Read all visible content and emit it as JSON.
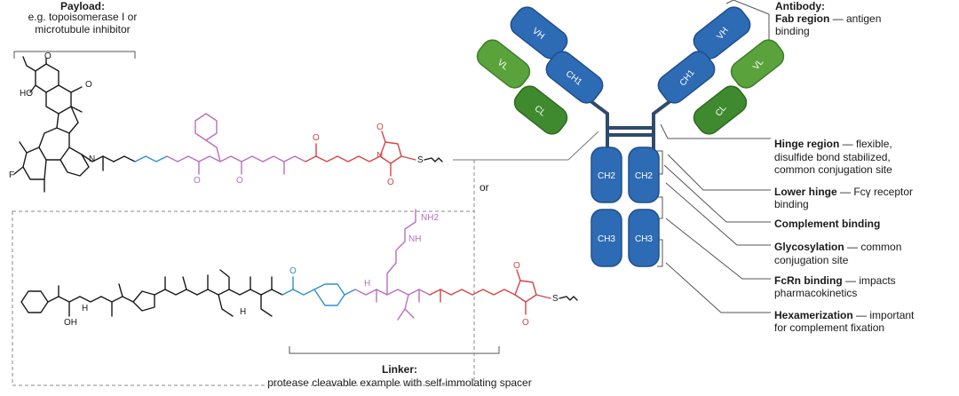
{
  "payload": {
    "title": "Payload:",
    "desc_line1": "e.g. topoisomerase I or",
    "desc_line2": "microtubule inhibitor"
  },
  "antibody": {
    "title": "Antibody:",
    "fab_term": "Fab region",
    "fab_desc_1": " — antigen",
    "fab_desc_2": "binding"
  },
  "or_label": "or",
  "linker": {
    "title": "Linker:",
    "desc": "protease cleavable example with self-immolating spacer"
  },
  "regions": [
    {
      "term": "Hinge region",
      "desc1": " — flexible,",
      "desc2": "disulfide bond stabilized,",
      "desc3": "common conjugation site"
    },
    {
      "term": "Lower hinge",
      "desc1": " — Fcγ receptor",
      "desc2": "binding"
    },
    {
      "term": "Complement binding",
      "desc1": ""
    },
    {
      "term": "Glycosylation",
      "desc1": " — common",
      "desc2": "conjugation site"
    },
    {
      "term": "FcRn binding",
      "desc1": " — impacts",
      "desc2": "pharmacokinetics"
    },
    {
      "term": "Hexamerization",
      "desc1": " — important",
      "desc2": "for complement fixation"
    }
  ],
  "domains": {
    "vh": "VH",
    "vl": "VL",
    "ch1": "CH1",
    "cl": "CL",
    "ch2": "CH2",
    "ch3": "CH3"
  },
  "atoms": {
    "ho": "HO",
    "oh": "OH",
    "f": "F",
    "s": "S",
    "nh2": "NH2",
    "nh": "NH",
    "h": "H",
    "n": "N",
    "o": "O"
  },
  "colors": {
    "heavy_chain": "#2e6bb5",
    "heavy_chain_dark": "#1e4f8c",
    "light_chain": "#5aa33c",
    "light_chain_dark": "#3f7d2a",
    "hinge": "#2f4b6b",
    "peptide": "#b86fbf",
    "spacer": "#2f8fd0",
    "maleimide": "#d64545",
    "text": "#1a1a1a"
  }
}
